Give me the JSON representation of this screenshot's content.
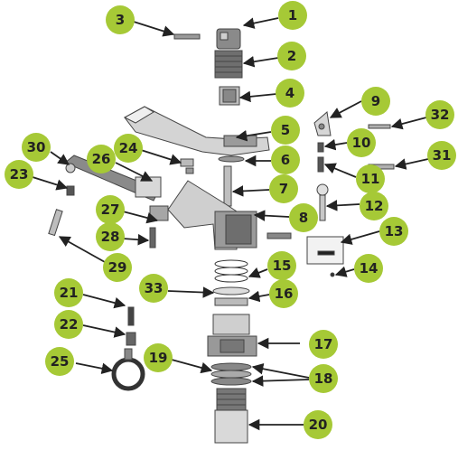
{
  "diagram": {
    "palette": {
      "badge": "#a6c936",
      "line": "#222222",
      "part_dark": "#555555",
      "part_mid": "#9a9a9a",
      "part_light": "#d6d6d6"
    },
    "callouts": [
      {
        "id": "c1",
        "label": "1"
      },
      {
        "id": "c2",
        "label": "2"
      },
      {
        "id": "c3",
        "label": "3"
      },
      {
        "id": "c4",
        "label": "4"
      },
      {
        "id": "c5",
        "label": "5"
      },
      {
        "id": "c6",
        "label": "6"
      },
      {
        "id": "c7",
        "label": "7"
      },
      {
        "id": "c8",
        "label": "8"
      },
      {
        "id": "c9",
        "label": "9"
      },
      {
        "id": "c10",
        "label": "10"
      },
      {
        "id": "c11",
        "label": "11"
      },
      {
        "id": "c12",
        "label": "12"
      },
      {
        "id": "c13",
        "label": "13"
      },
      {
        "id": "c14",
        "label": "14"
      },
      {
        "id": "c15",
        "label": "15"
      },
      {
        "id": "c16",
        "label": "16"
      },
      {
        "id": "c17",
        "label": "17"
      },
      {
        "id": "c18",
        "label": "18"
      },
      {
        "id": "c19",
        "label": "19"
      },
      {
        "id": "c20",
        "label": "20"
      },
      {
        "id": "c21",
        "label": "21"
      },
      {
        "id": "c22",
        "label": "22"
      },
      {
        "id": "c23",
        "label": "23"
      },
      {
        "id": "c24",
        "label": "24"
      },
      {
        "id": "c25",
        "label": "25"
      },
      {
        "id": "c26",
        "label": "26"
      },
      {
        "id": "c27",
        "label": "27"
      },
      {
        "id": "c28",
        "label": "28"
      },
      {
        "id": "c29",
        "label": "29"
      },
      {
        "id": "c30",
        "label": "30"
      },
      {
        "id": "c31",
        "label": "31"
      },
      {
        "id": "c32",
        "label": "32"
      },
      {
        "id": "c33",
        "label": "33"
      }
    ]
  }
}
